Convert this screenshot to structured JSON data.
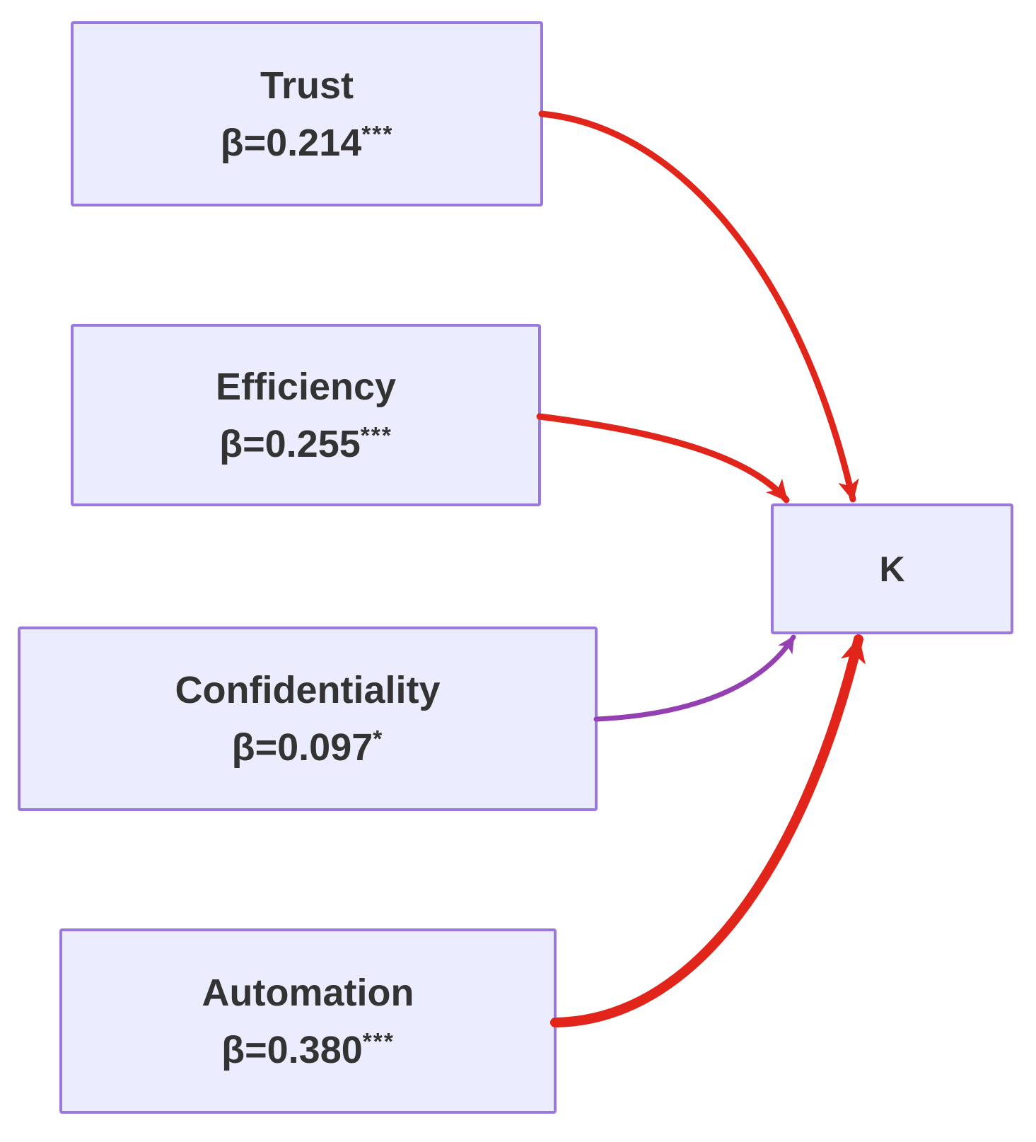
{
  "diagram": {
    "type": "path-model",
    "outcome_node": {
      "label": "K"
    },
    "nodes": [
      {
        "id": "trust",
        "label": "Trust",
        "beta": "β=0.214",
        "stars": "***"
      },
      {
        "id": "efficiency",
        "label": "Efficiency",
        "beta": "β=0.255",
        "stars": "***"
      },
      {
        "id": "confidentiality",
        "label": "Confidentiality",
        "beta": "β=0.097",
        "stars": "*"
      },
      {
        "id": "automation",
        "label": "Automation",
        "beta": "β=0.380",
        "stars": "***"
      }
    ],
    "edges": [
      {
        "from": "Trust",
        "to": "K",
        "color": "#e1251b",
        "weight": "medium"
      },
      {
        "from": "Efficiency",
        "to": "K",
        "color": "#e1251b",
        "weight": "medium"
      },
      {
        "from": "Confidentiality",
        "to": "K",
        "color": "#9440b3",
        "weight": "thin"
      },
      {
        "from": "Automation",
        "to": "K",
        "color": "#e1251b",
        "weight": "thick"
      }
    ],
    "colors": {
      "node_fill": "#ececff",
      "node_border": "#9b78dd",
      "text": "#333333",
      "edge_red": "#e1251b",
      "edge_purple": "#9440b3"
    }
  }
}
